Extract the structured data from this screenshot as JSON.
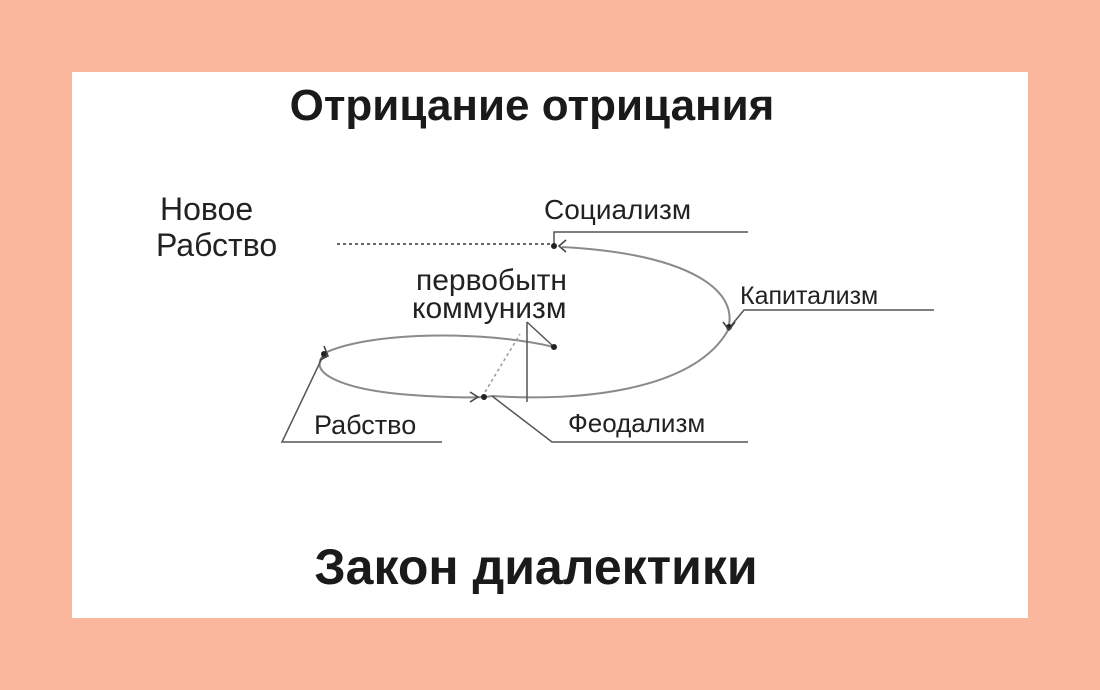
{
  "title": "Отрицание отрицания",
  "subtitle": "Закон диалектики",
  "labels": {
    "new_slavery_line1": "Новое",
    "new_slavery_line2": "Рабство",
    "socialism": "Социализм",
    "primitive_line1": "первобытн",
    "primitive_line2": "коммунизм",
    "capitalism": "Капитализм",
    "slavery": "Рабство",
    "feudalism": "Феодализм"
  },
  "colors": {
    "background": "#FBB69E",
    "panel": "#FFFFFF",
    "text": "#1a1a1a",
    "curve": "#8a8a8a"
  }
}
